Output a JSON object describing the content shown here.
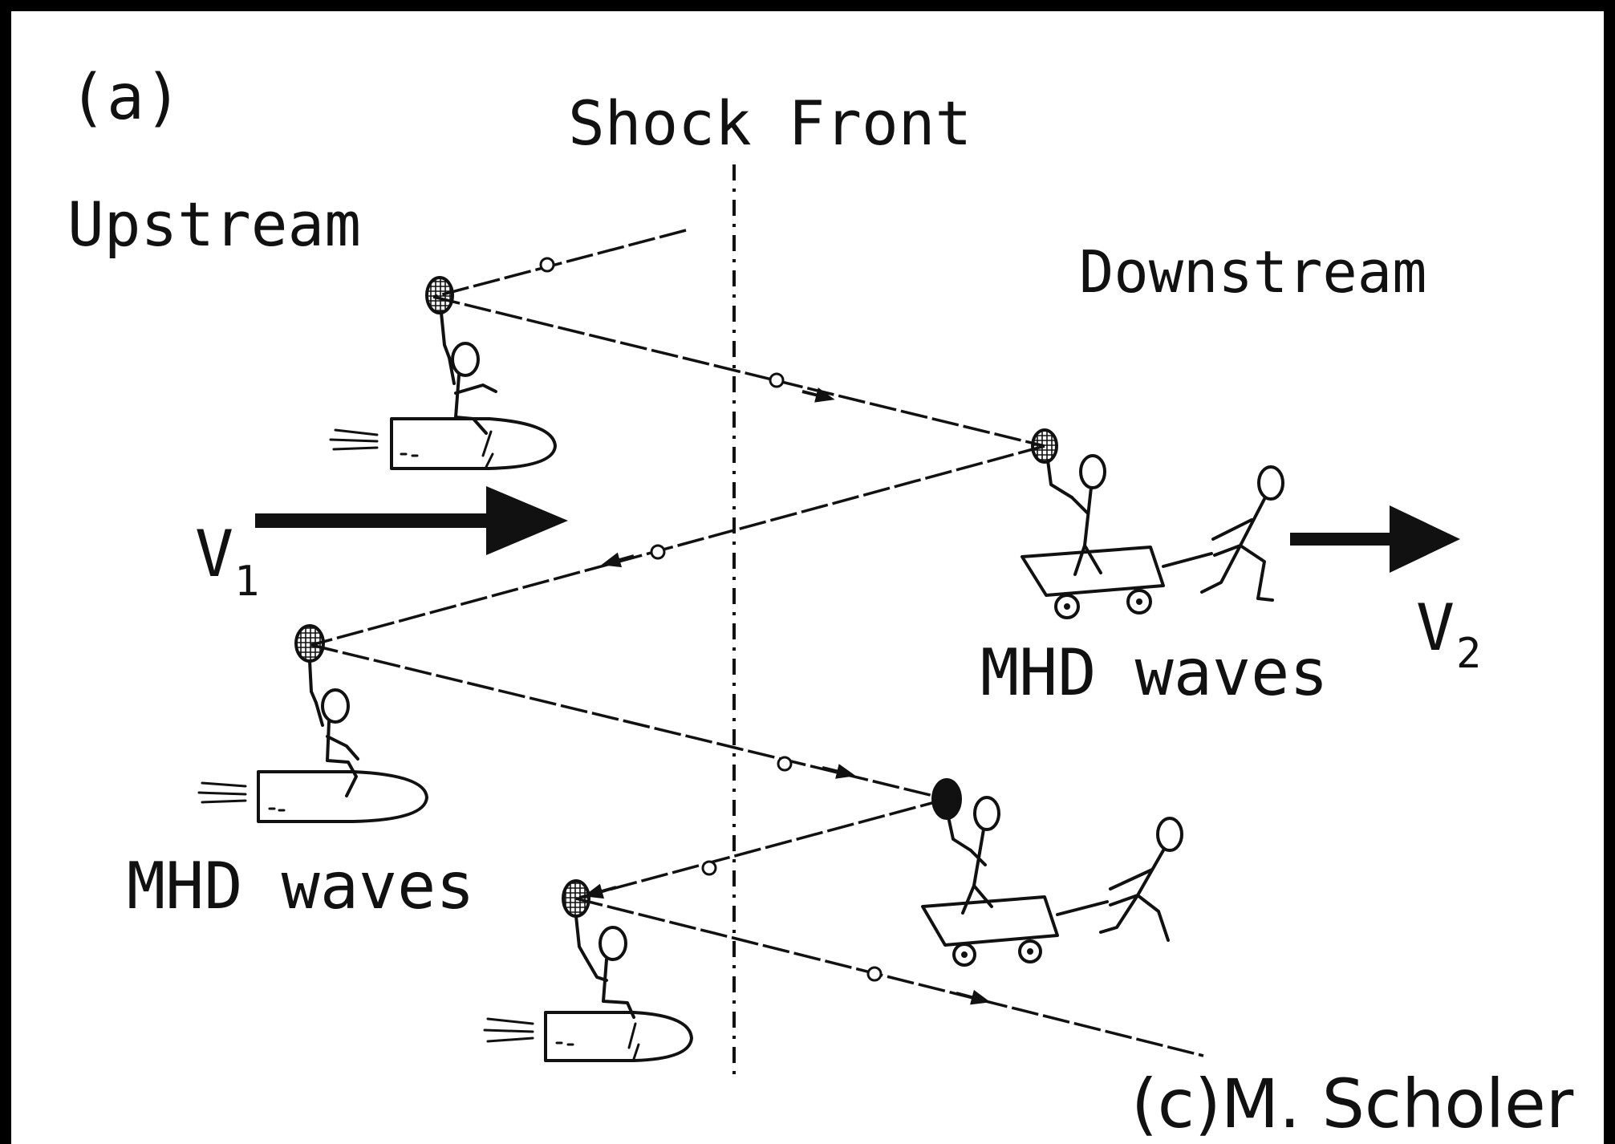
{
  "labels": {
    "panel": "(a)",
    "shock_front": "Shock Front",
    "upstream": "Upstream",
    "downstream": "Downstream",
    "v1_main": "V",
    "v1_sub": "1",
    "v2_main": "V",
    "v2_sub": "2",
    "mhd_waves_downstream": "MHD waves",
    "mhd_waves_upstream": "MHD waves",
    "credit": "(c)M. Scholer"
  },
  "colors": {
    "ink": "#111111",
    "background": "#ffffff",
    "border": "#000000"
  },
  "figures": {
    "upstream_surfers": 3,
    "downstream_carts": 2
  }
}
